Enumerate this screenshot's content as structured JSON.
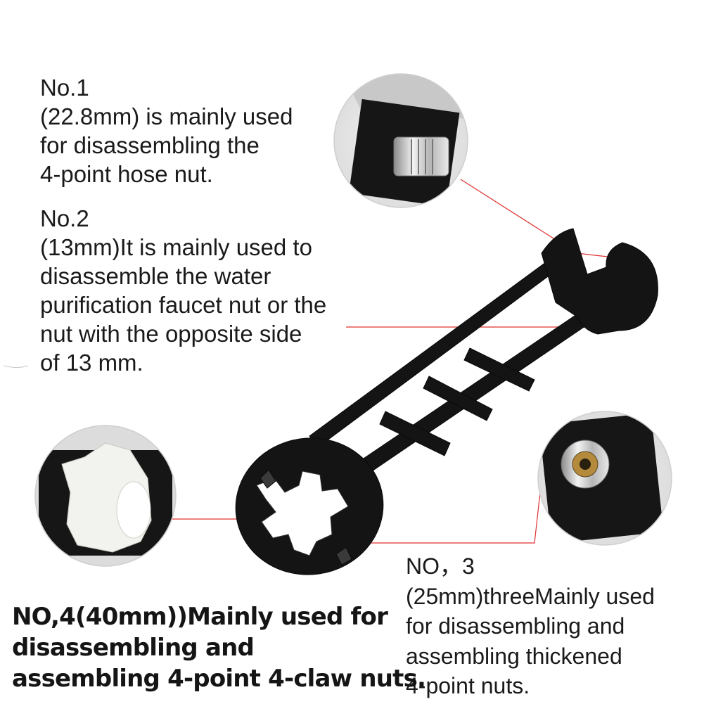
{
  "callouts": {
    "no1": {
      "heading": "No.1",
      "lines": [
        "(22.8mm) is mainly used",
        "for disassembling the",
        "4-point hose nut."
      ]
    },
    "no2": {
      "heading": "No.2",
      "lines": [
        "(13mm)It is mainly used to",
        "disassemble the water",
        "purification faucet nut or the",
        "nut with the opposite side",
        "of 13 mm."
      ]
    },
    "no3": {
      "heading": "NO，3",
      "lines": [
        "(25mm)threeMainly used",
        "for disassembling and",
        "assembling thickened",
        "4-point nuts."
      ]
    },
    "no4": {
      "lines": [
        "NO,4(40mm))Mainly used for",
        "disassembling and",
        "assembling 4-point 4-claw nuts."
      ]
    }
  },
  "colors": {
    "background": "#ffffff",
    "tool": "#141414",
    "leader_line": "#e03030",
    "text": "#1a1a1a"
  }
}
